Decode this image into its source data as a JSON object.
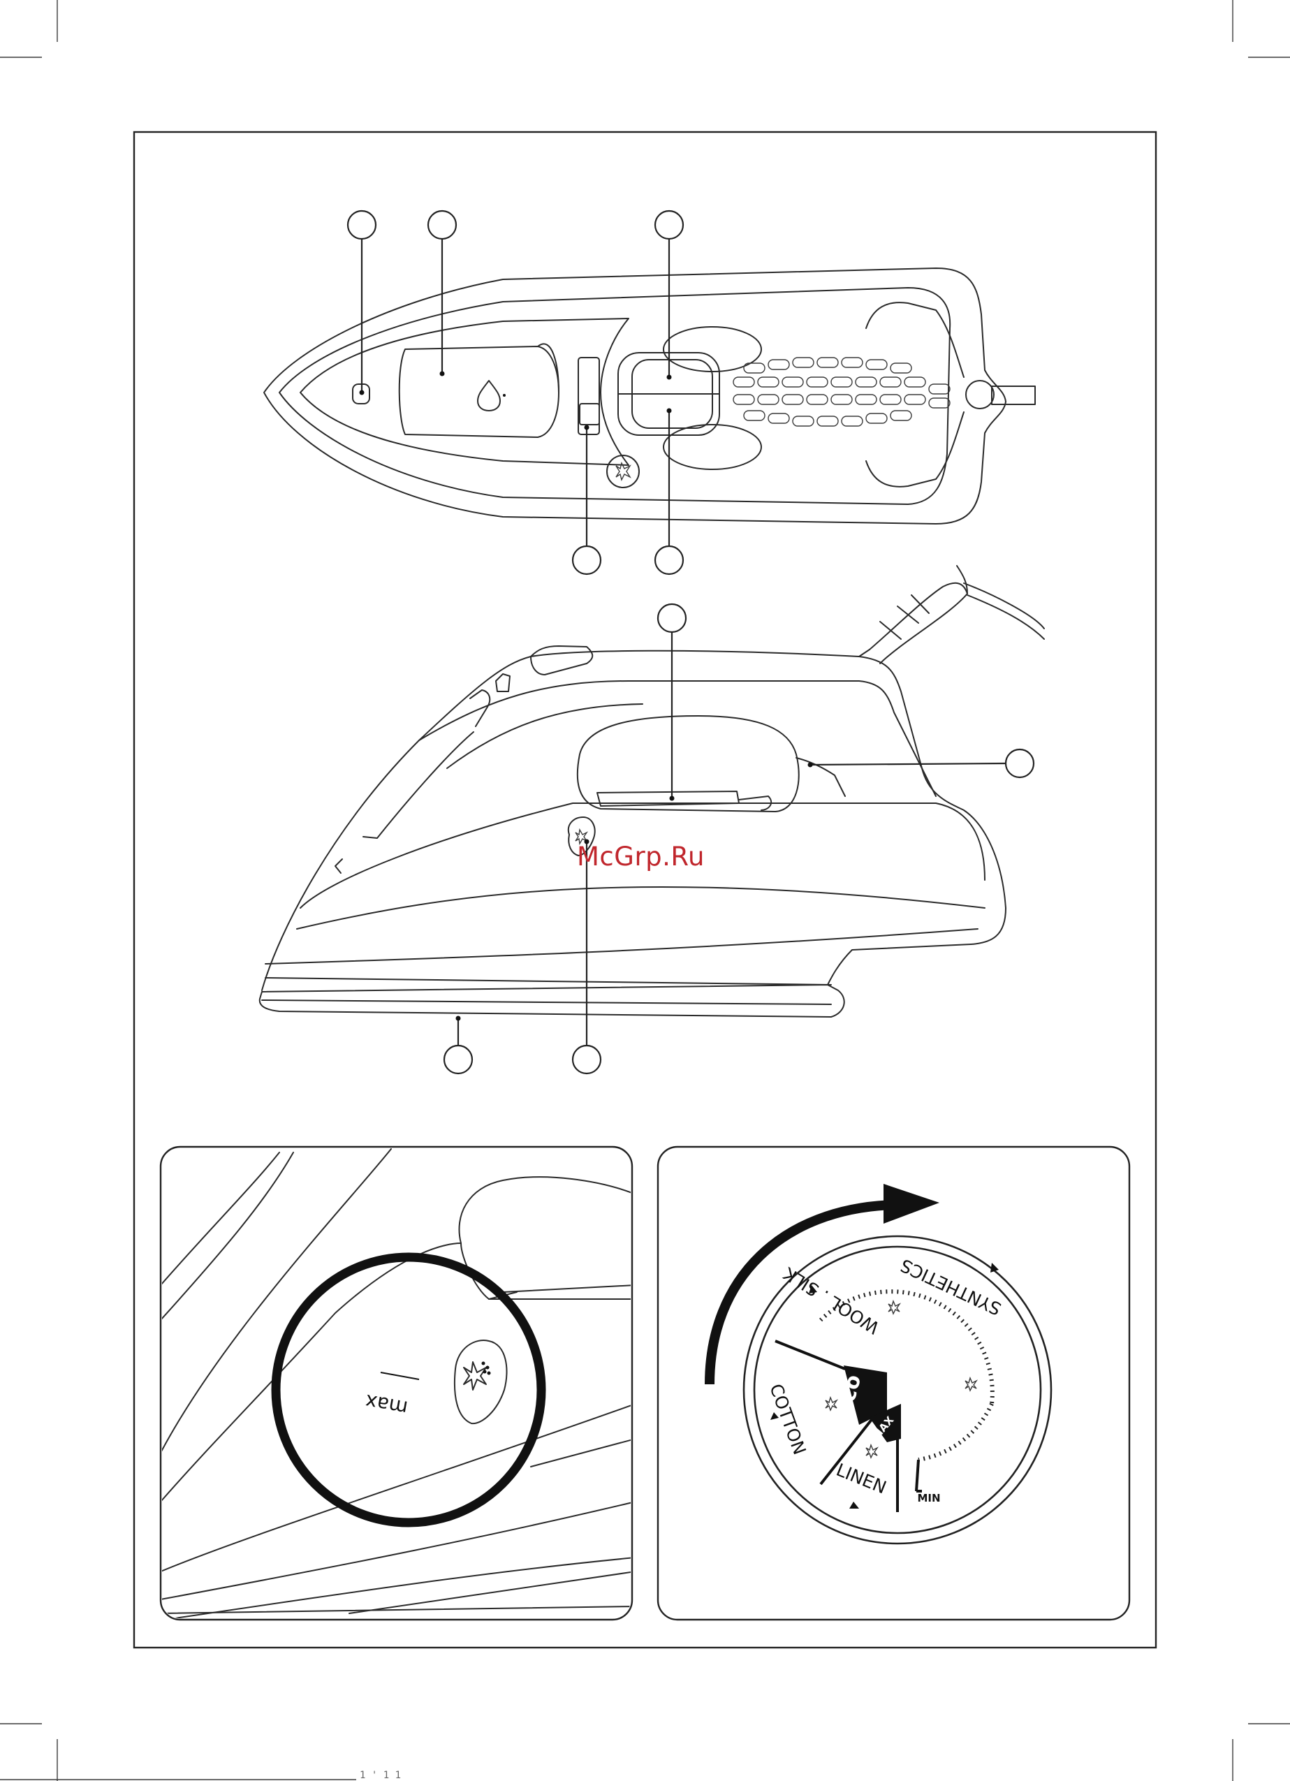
{
  "watermark": {
    "text": "McGrp.Ru",
    "color": "#c0262c"
  },
  "inset_left": {
    "max_label": "max"
  },
  "dial": {
    "labels": {
      "wool_silk": "WOOL . SILK",
      "synthetics": "SYNTHETICS",
      "cotton": "COTTON",
      "linen": "LINEN",
      "eco": "eco",
      "max": "MAX",
      "min": "MIN"
    }
  },
  "footer": {
    "text": "1 ' 1 1"
  },
  "icons": [
    "drop-icon",
    "steam-burst-icon",
    "steam-dots-icon",
    "arrow-icon"
  ]
}
